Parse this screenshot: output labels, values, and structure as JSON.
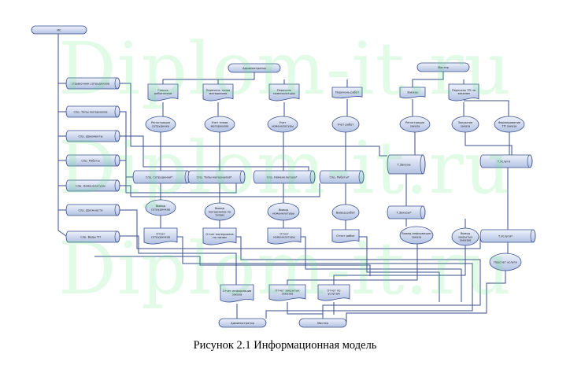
{
  "caption": "Рисунок 2.1 Информационная модель",
  "watermark": "Diplom-it.ru",
  "colors": {
    "stroke": "#3a4f8f",
    "fill_top": "#eef2fb",
    "fill_bottom": "#b3c2e3",
    "connector": "#3a4f8f",
    "watermark": "#50e66e"
  },
  "nodes": {
    "root": "ИС",
    "ref_employees": "Справочник сотрудников",
    "ref_materials": "Спр. Типы материалов",
    "ref_documents": "Спр. Документы",
    "ref_works": "Спр. Работы",
    "ref_nomenclature": "Спр. Номенклатуры",
    "ref_positions": "Спр. Должности",
    "ref_tp_types": "Спр. Виды ТП",
    "administrator": "Администратор",
    "master": "Мастер",
    "doc_employees_list": "Список работников",
    "doc_material_types": "Перечень типов материалов",
    "doc_nomenclature_list": "Перечень номенклатуры",
    "doc_works_list": "Перечень работ",
    "doc_orders": "Заказы",
    "doc_tp_orders": "Перечень ТП по заказам",
    "proc_employee_reg": "Регистрация сотрудника",
    "proc_material_reg": "Учет типов материалов",
    "proc_nomenclature_reg": "Учет номенклатуры",
    "proc_work_reg": "Учет работ",
    "proc_order_reg": "Регистрация заказа",
    "proc_order_tp": "Закрытие заказа",
    "proc_tp_forming": "Формирование ТП заказа",
    "db_employees": "Спр. Сотрудники*",
    "db_materials": "Спр. Типы материалов*",
    "db_nomenclature": "Спр. Номенклатура*",
    "db_works": "Спр. Работы*",
    "db_orders": "Т.Заказы",
    "db_tp": "Т.Услуги",
    "db_orders2": "Т.Заказы*",
    "db_tp2": "Т.Услуги*",
    "proc_emp_out": "Вывод сотрудников",
    "proc_mat_out": "Вывод материалов по типам",
    "proc_nom_out": "Вывод номенклатуры",
    "proc_work_out": "Вывод работ",
    "proc_order_out": "Вывод информации заказа",
    "proc_order_report": "Вывод закрытых заказов",
    "doc_emp_report": "Отчет сотрудников",
    "doc_mat_report": "Отчет материалов по типам",
    "doc_nom_report": "Отчет номенклатуры",
    "doc_work_report": "Отчет работ",
    "proc_tp_count": "Подсчет услуги",
    "doc_order_info": "Отчет информации заказа",
    "doc_closed_orders": "Отчет закрытых заказов",
    "doc_tp_report": "Отчет по услугам",
    "administrator_2": "Администратор",
    "master_2": "Мастер"
  }
}
